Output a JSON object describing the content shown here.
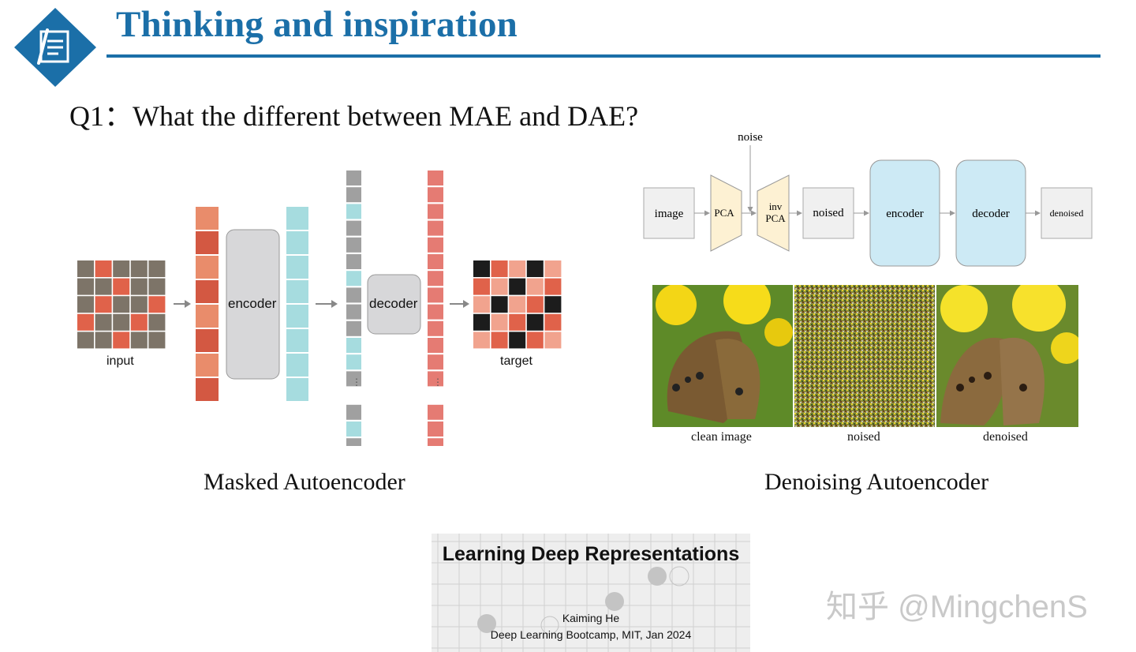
{
  "header": {
    "title": "Thinking and inspiration",
    "logo_icon": "notepad-pen-icon",
    "accent_color": "#1b6fa8"
  },
  "question": "Q1：What the different between MAE and DAE?",
  "mae": {
    "input_label": "input",
    "encoder_label": "encoder",
    "decoder_label": "decoder",
    "target_label": "target",
    "caption": "Masked Autoencoder",
    "colors": {
      "masked_patch": "#7d7468",
      "latent": "#a6dcdf",
      "mask_token": "#a0a0a0",
      "output": "#e57b73",
      "block": "#d7d7d9"
    }
  },
  "dae": {
    "noise_label": "noise",
    "flow": [
      "image",
      "PCA",
      "inv PCA",
      "noised",
      "encoder",
      "decoder",
      "denoised"
    ],
    "inv_line1": "inv",
    "inv_line2": "PCA",
    "image_captions": [
      "clean image",
      "noised",
      "denoised"
    ],
    "caption": "Denoising Autoencoder",
    "colors": {
      "pca": "#fdf1d3",
      "net": "#cdeaf5",
      "box": "#f0f0f0"
    }
  },
  "talk": {
    "title": "Learning Deep Representations",
    "author": "Kaiming He",
    "venue": "Deep Learning Bootcamp, MIT, Jan 2024"
  },
  "watermark": "知乎 @MingchenS"
}
